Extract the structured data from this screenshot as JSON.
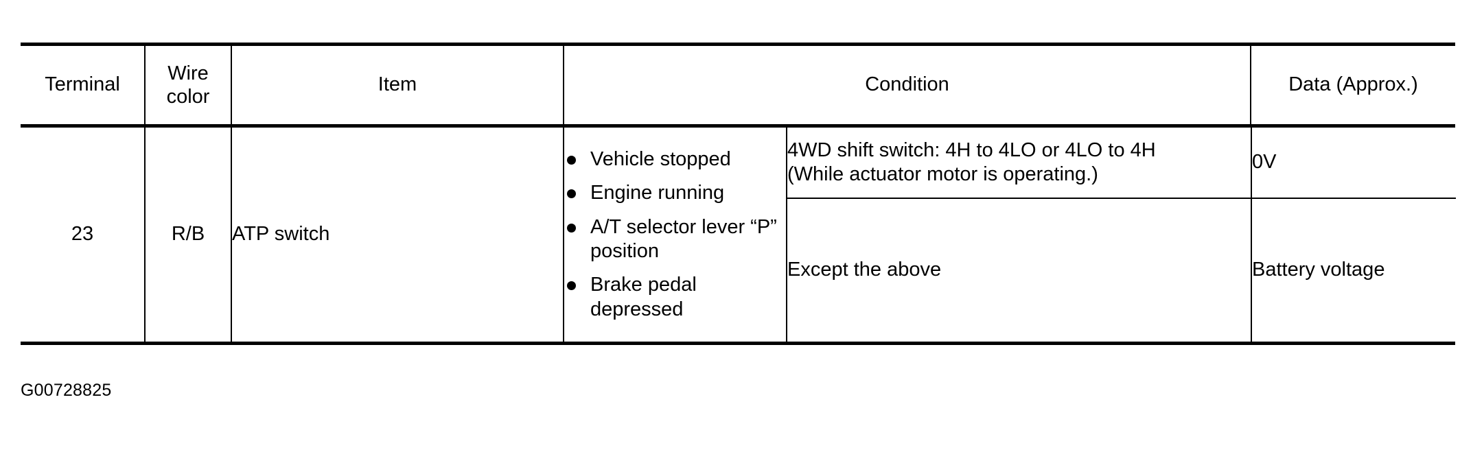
{
  "table": {
    "headers": {
      "terminal": "Terminal",
      "wire_color_line1": "Wire",
      "wire_color_line2": "color",
      "item": "Item",
      "condition": "Condition",
      "data": "Data (Approx.)"
    },
    "rows": [
      {
        "terminal": "23",
        "wire_color": "R/B",
        "item": "ATP switch",
        "conditions": [
          "Vehicle stopped",
          "Engine running",
          "A/T selector lever “P” position",
          "Brake pedal depressed"
        ],
        "sub_rows": [
          {
            "condition_line1": "4WD shift switch: 4H to 4LO or 4LO to 4H",
            "condition_line2": "(While actuator motor is operating.)",
            "data": "0V"
          },
          {
            "condition_line1": "Except the above",
            "condition_line2": "",
            "data": "Battery voltage"
          }
        ]
      }
    ]
  },
  "caption": "G00728825",
  "colors": {
    "text": "#000000",
    "rule": "#000000",
    "background": "#ffffff"
  }
}
